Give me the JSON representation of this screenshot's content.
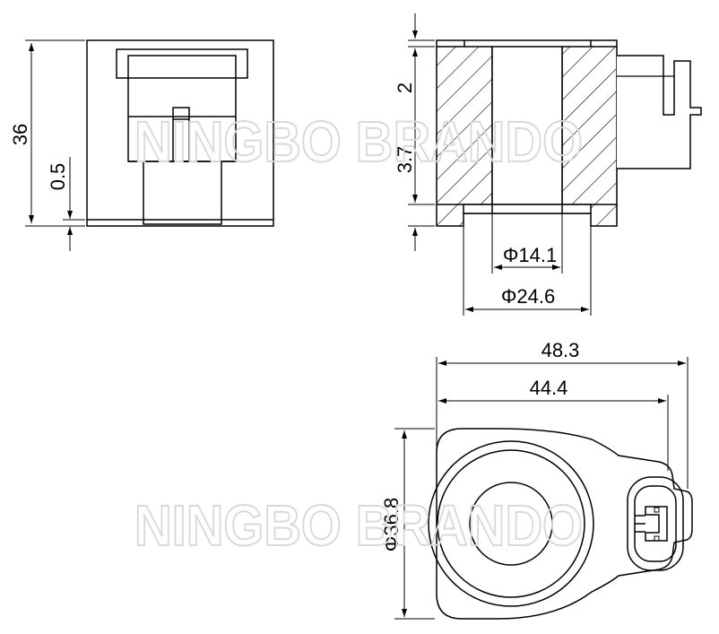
{
  "watermark": "NINGBO BRANDO",
  "dimensions": {
    "height": "36",
    "gap": "0.5",
    "top_step": "2",
    "bottom_step": "3.7",
    "bore_diameter": "Φ14.1",
    "base_diameter": "Φ24.6",
    "overall_width": "48.3",
    "body_width": "44.4",
    "coil_diameter": "Φ36.8"
  },
  "colors": {
    "line": "#000000",
    "hatch": "#000000",
    "watermark": "#d9d9d9"
  }
}
